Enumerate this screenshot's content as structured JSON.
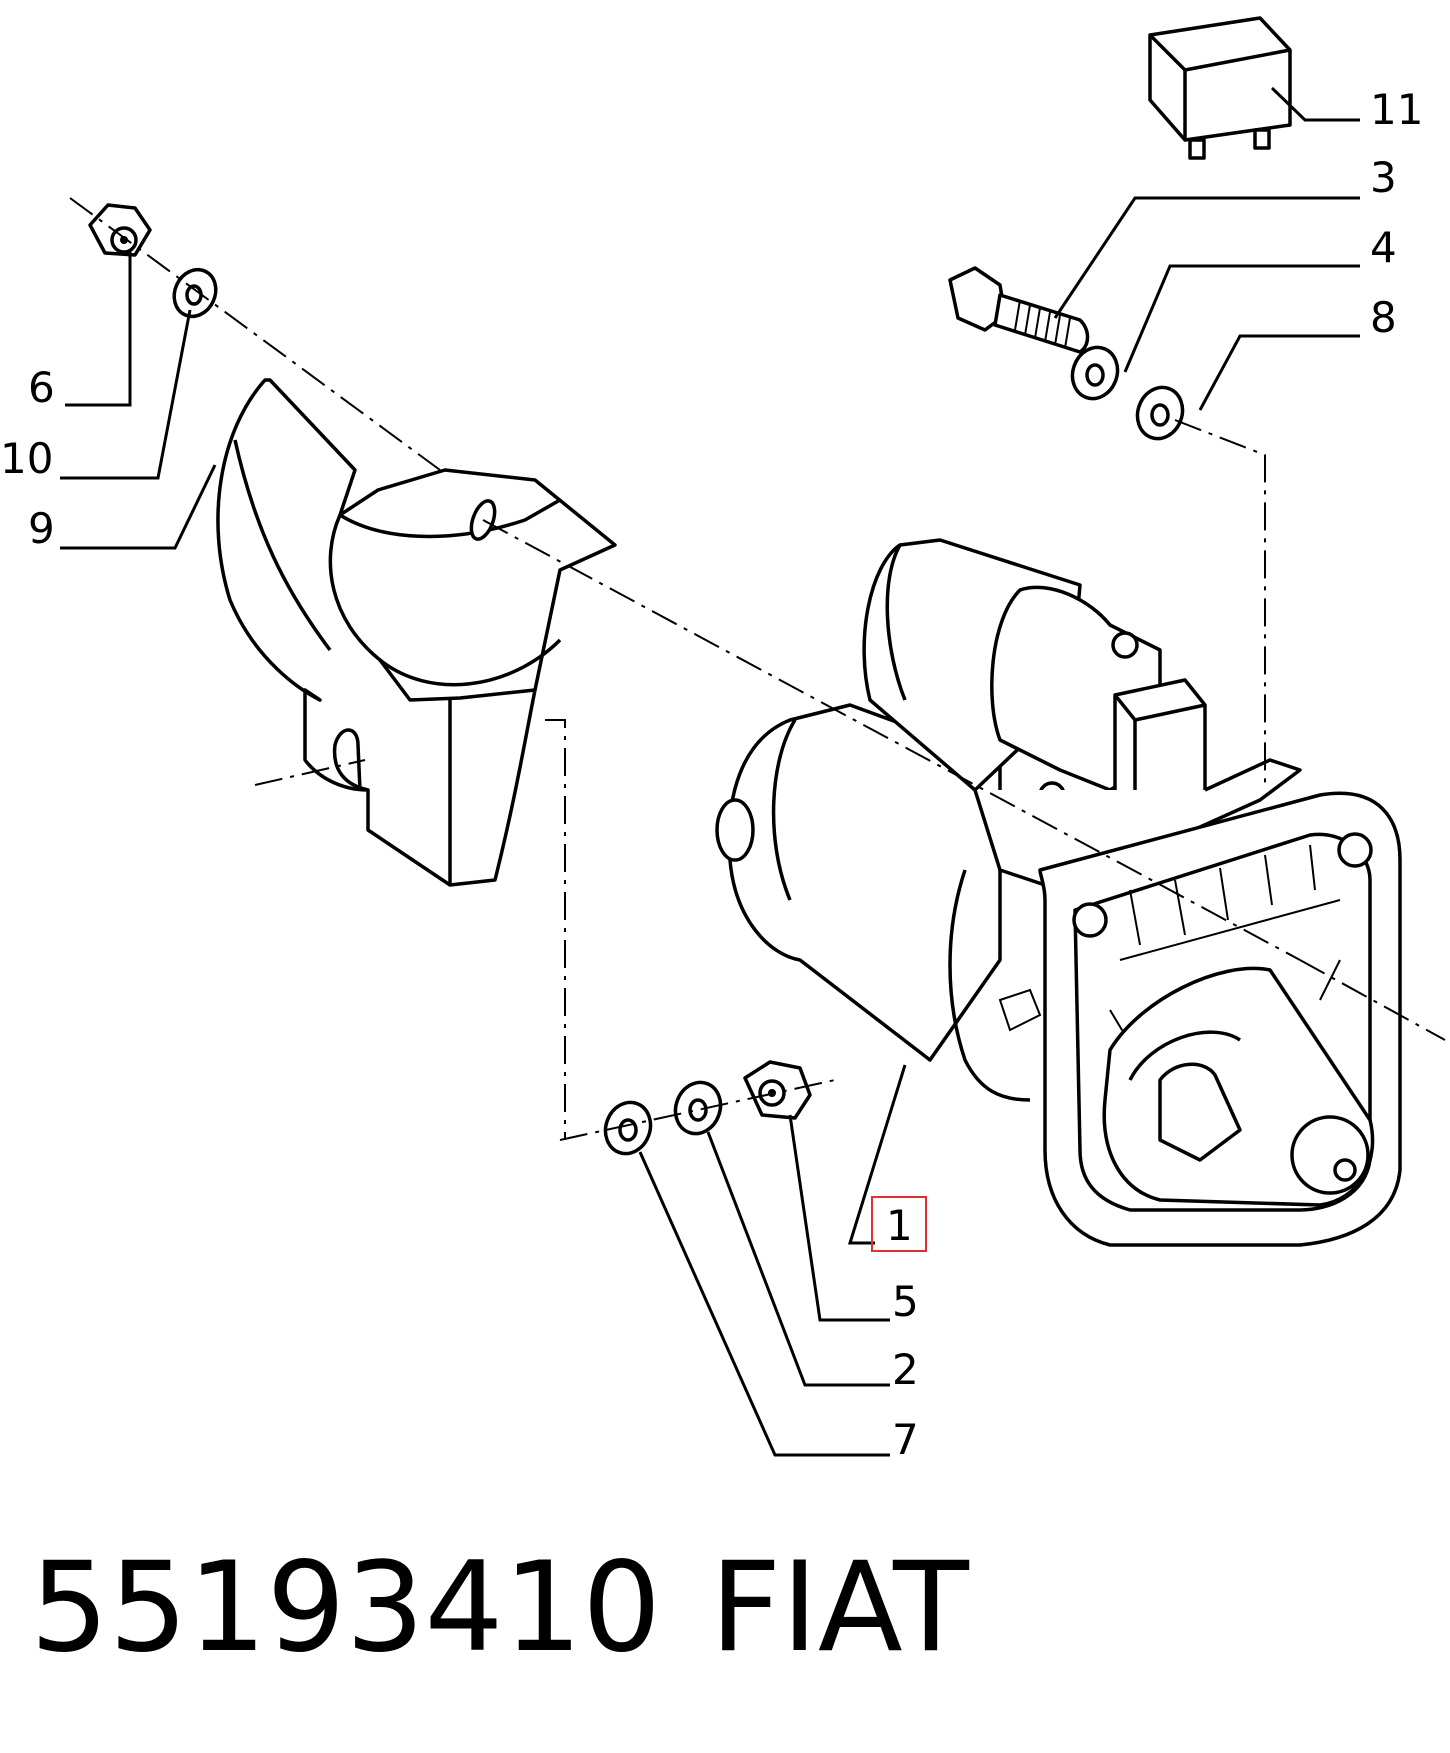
{
  "callouts": {
    "c1": "1",
    "c2": "2",
    "c3": "3",
    "c4": "4",
    "c5": "5",
    "c6": "6",
    "c7": "7",
    "c8": "8",
    "c9": "9",
    "c10": "10",
    "c11": "11"
  },
  "footer": {
    "part_number": "55193410",
    "brand": "FIAT"
  },
  "colors": {
    "line": "#000000",
    "background": "#ffffff",
    "highlight_box": "#e03030"
  }
}
